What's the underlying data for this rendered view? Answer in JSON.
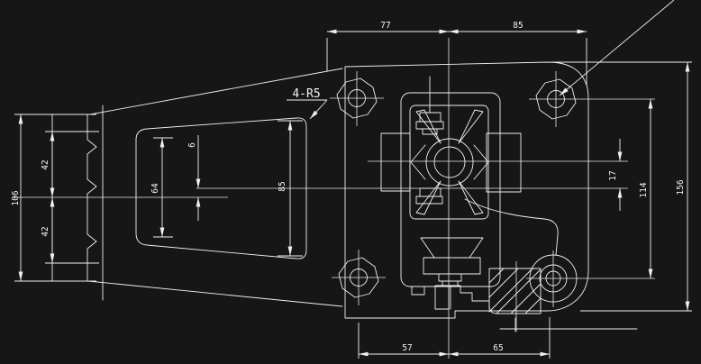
{
  "drawing": {
    "title": "clamp-bracket-technical-drawing",
    "colors": {
      "background": "#161616",
      "line": "#f0f0f0"
    },
    "note_radius": "4-R5",
    "dims": {
      "top_left": "77",
      "top_right": "85",
      "bottom_left": "57",
      "bottom_right": "65",
      "left_overall": "106",
      "left_upper": "42",
      "left_lower": "42",
      "slot_left_height": "64",
      "centerline_offset": "6",
      "slot_right_height": "85",
      "right_offset": "17",
      "right_bolt_span": "114",
      "right_overall": "156"
    }
  }
}
